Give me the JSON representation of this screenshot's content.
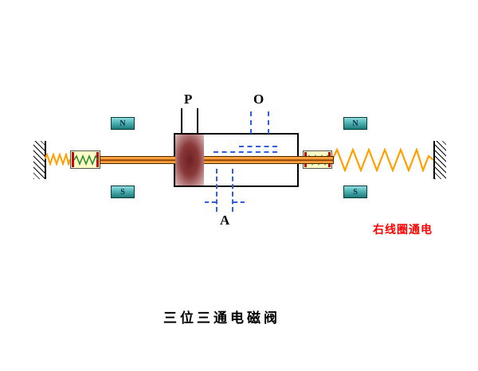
{
  "canvas": {
    "title": "三位三通电磁阀",
    "status_label": "右线圈通电"
  },
  "ports": {
    "p_label": "P",
    "o_label": "O",
    "a_label": "A"
  },
  "magnets": {
    "left_top_label": "N",
    "left_bottom_label": "S",
    "right_top_label": "N",
    "right_bottom_label": "S"
  },
  "colors": {
    "spring_orange": "#FFA000",
    "coil_green": "#2e8b2e",
    "rod_orange": "#F9A03F",
    "spool_maroon": "#8C3B3B",
    "flow_dash_blue": "#2E5FE0",
    "magnet_teal": "#4FB3B3",
    "status_red": "#FF0000",
    "spring_box_yellow": "#FFFFC8",
    "end_cap_red": "#CC0000"
  }
}
